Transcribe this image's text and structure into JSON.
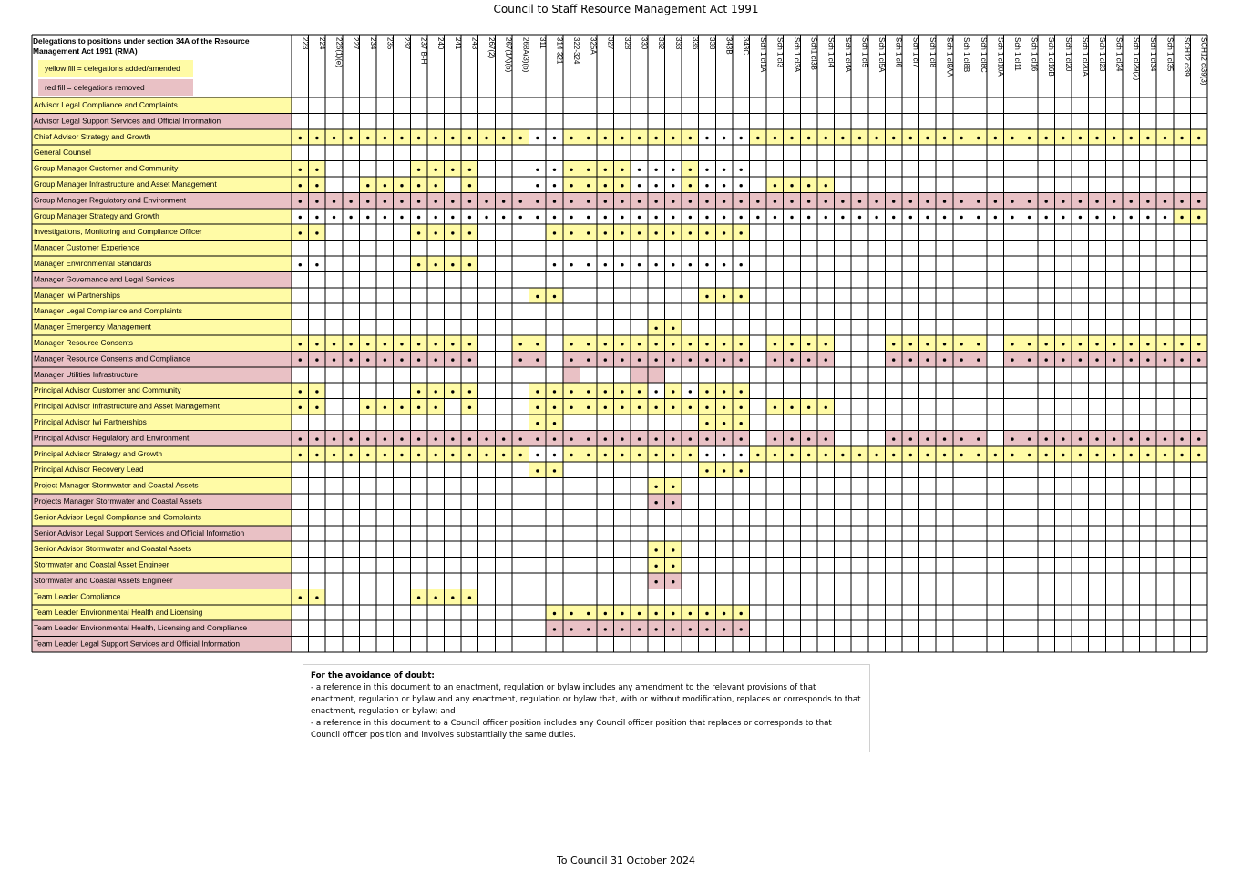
{
  "title": "Council to Staff Resource Management Act 1991",
  "footer": "To Council 31 October 2024",
  "header_title": "Delegations to positions under section 34A of the Resource Management Act 1991 (RMA)",
  "legend": {
    "yellow": "yellow fill = delegations added/amended",
    "red": "red fill = delegations removed",
    "yellow_color": "#fffba6",
    "red_color": "#e9c1c5"
  },
  "columns": [
    "223",
    "224",
    "226(1)(e)",
    "227",
    "234",
    "235",
    "237",
    "237 B-H",
    "240",
    "241",
    "243",
    "267(2)",
    "267(1A)(b)",
    "268A(3)(b)",
    "311",
    "314-321",
    "322-324",
    "325A",
    "327",
    "328",
    "330",
    "332",
    "333",
    "336",
    "338",
    "343B",
    "343C",
    "Sch 1 cl1A",
    "Sch 1 cl3",
    "Sch 1 cl3A",
    "Sch1 cl3B",
    "Sch 1 cl4",
    "Sch 1 cl4A",
    "Sch 1 cl5",
    "Sch 1 cl5A",
    "Sch 1 cl6",
    "Sch 1 cl7",
    "Sch 1 cl8",
    "Sch 1 cl8AA",
    "Sch 1 cl8B",
    "Sch 1 cl8C",
    "Sch 1 cl10A",
    "Sch 1 cl11",
    "Sch 1 cl16",
    "Sch 1 cl16B",
    "Sch 1 cl20",
    "Sch 1 cl20A",
    "Sch 1 cl23",
    "Sch 1 cl24",
    "Sch 1 cl29(2)",
    "Sch 1 cl34",
    "Sch 1 cl35",
    "SCH12 cl39",
    "SCH12 cl39(3)"
  ],
  "rows": [
    {
      "label": "Advisor Legal Compliance and Complaints",
      "fill": "y",
      "cells": ""
    },
    {
      "label": "Advisor Legal Support Services and Official Information",
      "fill": "r",
      "cells": ""
    },
    {
      "label": "Chief Advisor Strategy and Growth",
      "fill": "y",
      "cells": "YYYYYYYYYYYYYYDDYYYYYYYYDDDYYYYYYYYYYYYYYYYYYYYYYYYYYY"
    },
    {
      "label": "General Counsel",
      "fill": "y",
      "cells": ""
    },
    {
      "label": "Group Manager Customer and Community",
      "fill": "y",
      "cells": "YY.....YYYY...DDYYYYDDDYDDD"
    },
    {
      "label": "Group Manager Infrastructure and Asset Management",
      "fill": "y",
      "cells": "YY..YYYYY.Y...DDYYYYDDDYDDD.YYYY"
    },
    {
      "label": "Group Manager Regulatory and Environment",
      "fill": "r",
      "cells": "RRRRRRRRRRRRRRRRRRRRRRRRRRRRRRRRRRRRRRRRRRRRRRRRRRRRRR"
    },
    {
      "label": "Group Manager Strategy and Growth",
      "fill": "y",
      "cells": "DDDDDDDDDDDDDDDDDDDDDDDDDDDDDDDDDDDDDDDDDDDDDDDDDDDDYY"
    },
    {
      "label": "Investigations, Monitoring and Compliance Officer",
      "fill": "y",
      "cells": "YY.....YYYY....YYYYYYYYYYYY"
    },
    {
      "label": "Manager Customer  Experience",
      "fill": "y",
      "cells": ""
    },
    {
      "label": "Manager Environmental Standards",
      "fill": "y",
      "cells": "DD.....YYYY....DDDDDDDDDDDD"
    },
    {
      "label": "Manager Governance and Legal Services",
      "fill": "r",
      "cells": ""
    },
    {
      "label": "Manager Iwi Partnerships",
      "fill": "y",
      "cells": "..............YY........YYY"
    },
    {
      "label": "Manager Legal Compliance and Complaints",
      "fill": "y",
      "cells": ""
    },
    {
      "label": "Manager Emergency Management",
      "fill": "y",
      "cells": ".....................YY"
    },
    {
      "label": "Manager Resource Consents",
      "fill": "y",
      "cells": "YYYYYYYYYYY..YY.YYYYYYYYYYY.YYYY...YYYYYY.YYYYYYYYYYYYY"
    },
    {
      "label": "Manager Resource Consents and Compliance",
      "fill": "r",
      "cells": "RRRRRRRRRRR..RR.RRRRRRRRRRR.RRRR...RRRRRR.RRRRRRRRRRRRR"
    },
    {
      "label": "Manager Utilities Infrastructure",
      "fill": "r",
      "cells": "................r...rr"
    },
    {
      "label": "Principal Advisor Customer and Community",
      "fill": "y",
      "cells": "YY.....YYYY...YYYYYYYDYDYYY"
    },
    {
      "label": "Principal Advisor Infrastructure and Asset Management",
      "fill": "y",
      "cells": "YY..YYYYY.Y...YYYYYYYYYYYYY.YYYY"
    },
    {
      "label": "Principal Advisor Iwi Partnerships",
      "fill": "y",
      "cells": "..............YY........YYY"
    },
    {
      "label": "Principal Advisor Regulatory and Environment",
      "fill": "r",
      "cells": "RRRRRRRRRRRRRRRRRRRRRRRRRRR.RRRR...RRRRRR.RRRRRRRRRRRRR"
    },
    {
      "label": "Principal Advisor Strategy and Growth",
      "fill": "y",
      "cells": "YYYYYYYYYYYYYYDDYYYYYYYYDDDYYYYYYYYYYYYYYYYYYYYYYYYYYY"
    },
    {
      "label": "Principal Advisor Recovery Lead",
      "fill": "y",
      "cells": "..............YY........YYY"
    },
    {
      "label": "Project Manager Stormwater and Coastal Assets",
      "fill": "y",
      "cells": ".....................YY"
    },
    {
      "label": "Projects Manager Stormwater and Coastal Assets",
      "fill": "r",
      "cells": ".....................RR"
    },
    {
      "label": "Senior Advisor Legal Compliance and Complaints",
      "fill": "y",
      "cells": ""
    },
    {
      "label": "Senior Advisor Legal Support Services and Official Information",
      "fill": "r",
      "cells": ""
    },
    {
      "label": "Senior Advisor Stormwater and Coastal  Assets",
      "fill": "y",
      "cells": ".....................YY"
    },
    {
      "label": "Stormwater and Coastal Asset Engineer",
      "fill": "y",
      "cells": ".....................YY"
    },
    {
      "label": "Stormwater and Coastal Assets Engineer",
      "fill": "r",
      "cells": ".....................RR"
    },
    {
      "label": "Team Leader Compliance",
      "fill": "y",
      "cells": "YY.....YYYY"
    },
    {
      "label": "Team Leader Environmental Health and Licensing",
      "fill": "y",
      "cells": "...............YYYYYYYYYYYY"
    },
    {
      "label": "Team Leader Environmental Health, Licensing and Compliance",
      "fill": "r",
      "cells": "...............RRRRRRRRRRRR"
    },
    {
      "label": "Team Leader Legal Support Services and Official Information",
      "fill": "r",
      "cells": ""
    }
  ],
  "note": {
    "heading": "For the avoidance of doubt:",
    "line1": " - a reference in this document to an enactment, regulation or bylaw includes any amendment to the relevant provisions of that enactment, regulation or bylaw and any enactment, regulation or bylaw that, with or without modification, replaces or corresponds to that enactment, regulation or bylaw; and",
    "line2": " - a reference in this document to a Council officer position includes any Council officer position that replaces or corresponds to that Council officer position and involves substantially the same duties."
  }
}
